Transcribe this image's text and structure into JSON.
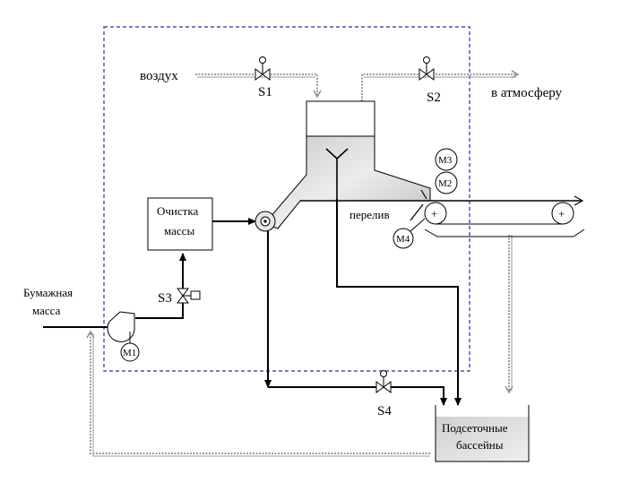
{
  "labels": {
    "air": "воздух",
    "to_atmosphere": "в атмосферу",
    "s1": "S1",
    "s2": "S2",
    "s3": "S3",
    "s4": "S4",
    "cleaning_line1": "Очистка",
    "cleaning_line2": "массы",
    "paper_line1": "Бумажная",
    "paper_line2": "масса",
    "overflow": "перелив",
    "basins_line1": "Подсеточные",
    "basins_line2": "бассейны",
    "m1": "M1",
    "m2": "M2",
    "m3": "M3",
    "m4": "M4",
    "roll_left": "+",
    "roll_right": "+"
  },
  "colors": {
    "boundary": "#2a2aa6",
    "line": "#000000",
    "pneumatic": "#9a9a9a",
    "tank_fill": "#d6d6d6"
  }
}
